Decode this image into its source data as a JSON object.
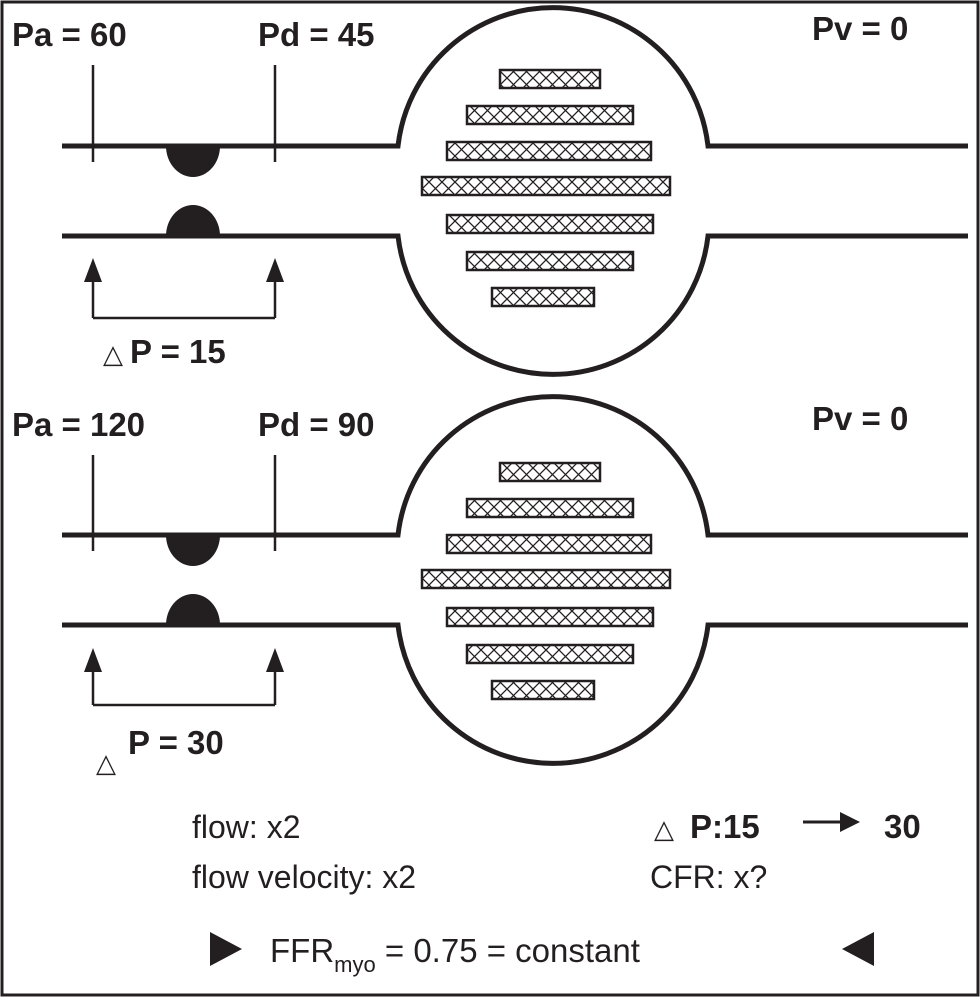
{
  "panels": [
    {
      "pa_label": "Pa = 60",
      "pd_label": "Pd = 45",
      "pv_label": "Pv = 0",
      "dp_symbol": "△",
      "dp_label": "P = 15"
    },
    {
      "pa_label": "Pa = 120",
      "pd_label": "Pd = 90",
      "pv_label": "Pv = 0",
      "dp_symbol": "△",
      "dp_label": "P = 30"
    }
  ],
  "notes": {
    "flow": "flow: x2",
    "flow_velocity": "flow velocity: x2",
    "dp_symbol": "△",
    "dp_change_label": "P:15",
    "dp_change_arrow": "→",
    "dp_change_to": "30",
    "cfr": "CFR: x?"
  },
  "ffr": {
    "prefix": "FFR",
    "subscript": "myo",
    "suffix": " = 0.75 = constant"
  },
  "colors": {
    "ink": "#231f20",
    "background": "#ffffff"
  }
}
